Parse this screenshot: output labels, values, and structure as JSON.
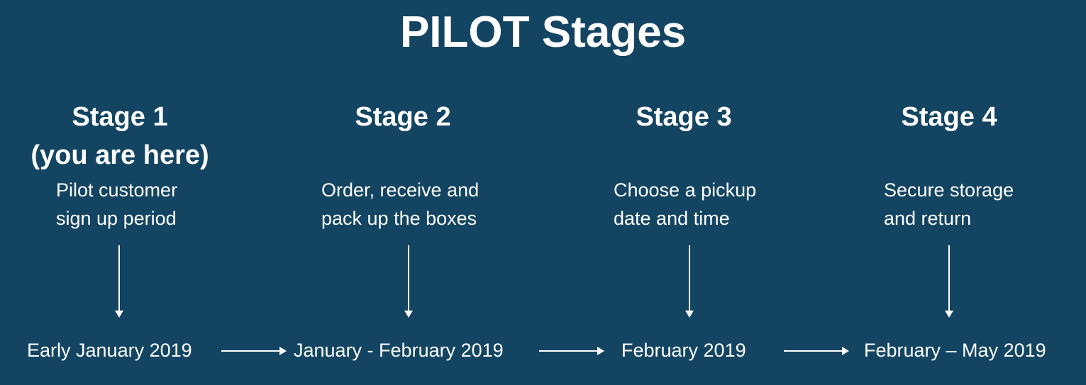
{
  "title": "PILOT Stages",
  "stages": [
    {
      "heading_line1": "Stage 1",
      "heading_line2": "(you are here)",
      "desc_line1": "Pilot customer",
      "desc_line2": "sign up period",
      "date": "Early January 2019"
    },
    {
      "heading_line1": "Stage 2",
      "desc_line1": "Order, receive and",
      "desc_line2": "pack up the boxes",
      "date": "January - February 2019"
    },
    {
      "heading_line1": "Stage 3",
      "desc_line1": "Choose a pickup",
      "desc_line2": "date and time",
      "date": "February 2019"
    },
    {
      "heading_line1": "Stage 4",
      "desc_line1": "Secure storage",
      "desc_line2": "and return",
      "date": "February – May 2019"
    }
  ],
  "colors": {
    "background": "#134562",
    "text": "#ffffff"
  }
}
